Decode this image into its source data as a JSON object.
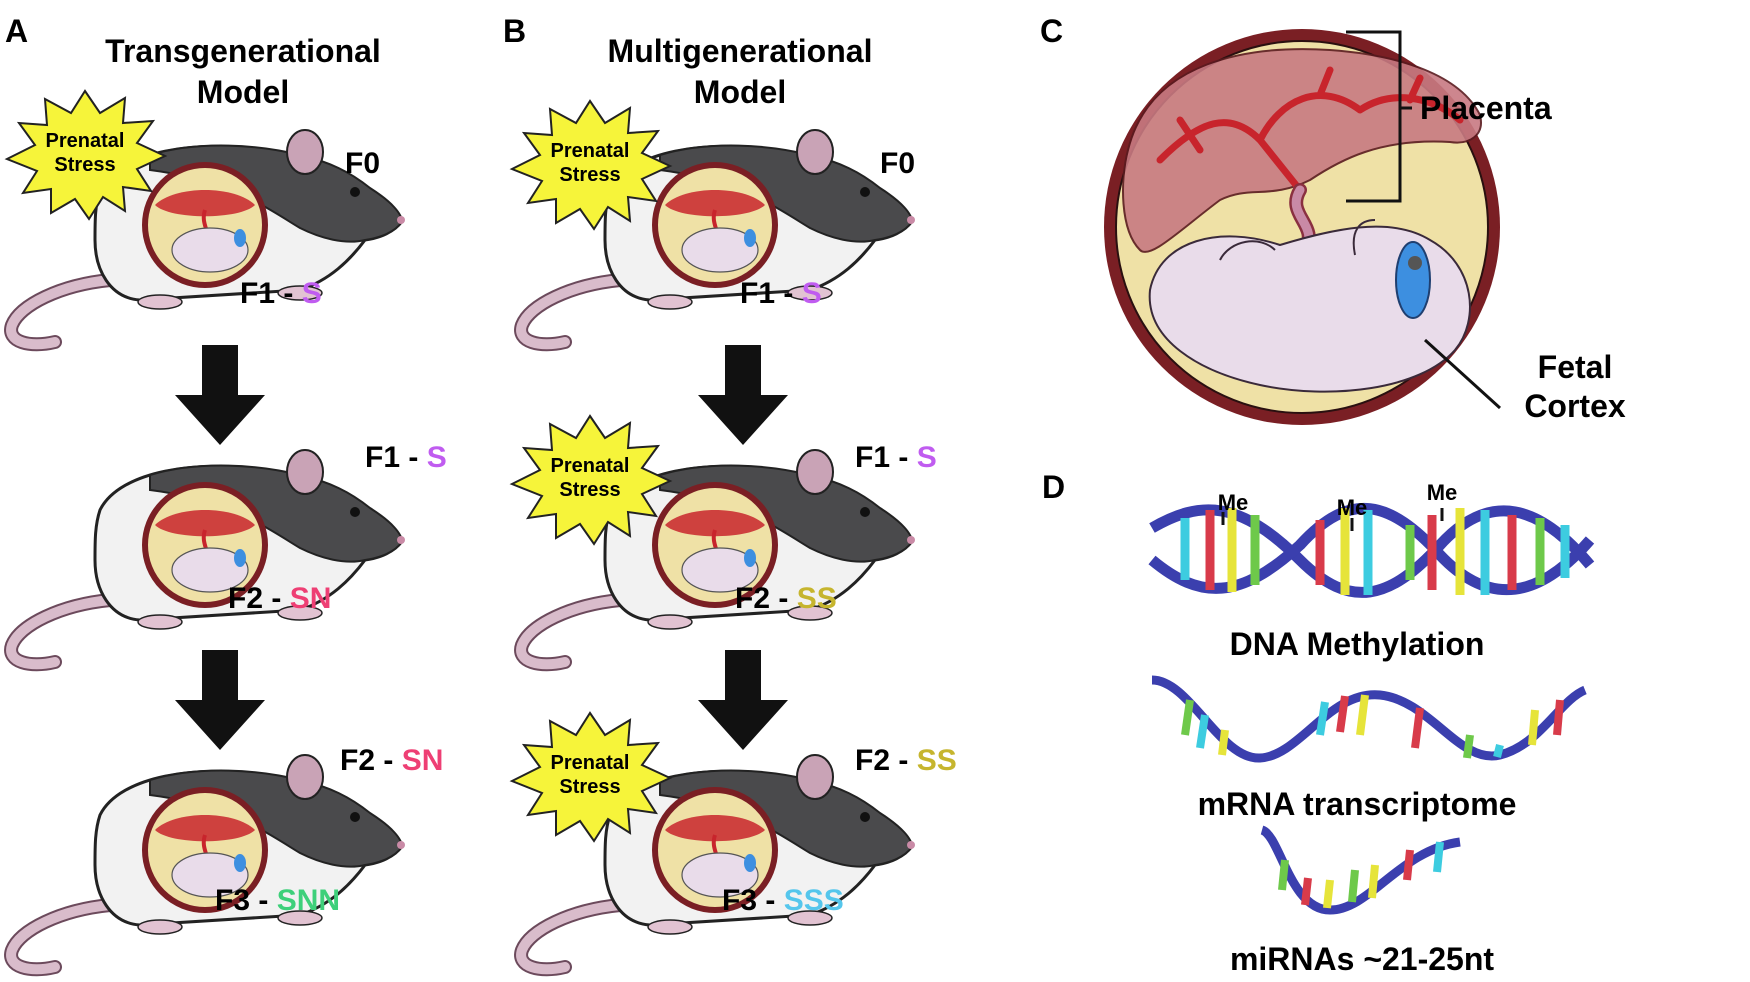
{
  "colors": {
    "stress_star": "#f6f43a",
    "s_purple": "#c05cf0",
    "n_pink": "#ee3f74",
    "ss_olive": "#c6b52e",
    "n_green": "#3ed07a",
    "sss_cyan": "#55c6ec",
    "placenta_red": "#c8242c",
    "womb_yellow": "#efe1a6",
    "cortex_blue": "#3d8fe0"
  },
  "panel_a": {
    "letter": "A",
    "title_line1": "Transgenerational",
    "title_line2": "Model",
    "stress_line1": "Prenatal",
    "stress_line2": "Stress",
    "rows": [
      {
        "parent": "F0",
        "parent_suffix": "",
        "child": "F1",
        "child_suffix": "S",
        "child_color": "#c05cf0"
      },
      {
        "parent": "F1",
        "parent_suffix": "S",
        "parent_color": "#c05cf0",
        "child": "F2",
        "child_suffix": "SN",
        "child_color": "#ee3f74"
      },
      {
        "parent": "F2",
        "parent_suffix": "SN",
        "parent_color": "#ee3f74",
        "child": "F3",
        "child_suffix": "SNN",
        "child_color": "#3ed07a"
      }
    ]
  },
  "panel_b": {
    "letter": "B",
    "title_line1": "Multigenerational",
    "title_line2": "Model",
    "stress_line1": "Prenatal",
    "stress_line2": "Stress",
    "rows": [
      {
        "parent": "F0",
        "parent_suffix": "",
        "child": "F1",
        "child_suffix": "S",
        "child_color": "#c05cf0"
      },
      {
        "parent": "F1",
        "parent_suffix": "S",
        "parent_color": "#c05cf0",
        "child": "F2",
        "child_suffix": "SS",
        "child_color": "#c6b52e"
      },
      {
        "parent": "F2",
        "parent_suffix": "SS",
        "parent_color": "#c6b52e",
        "child": "F3",
        "child_suffix": "SSS",
        "child_color": "#55c6ec"
      }
    ]
  },
  "panel_c": {
    "letter": "C",
    "placenta_label": "Placenta",
    "cortex_line1": "Fetal",
    "cortex_line2": "Cortex"
  },
  "panel_d": {
    "letter": "D",
    "me_label": "Me",
    "dna_label": "DNA Methylation",
    "mrna_label": "mRNA transcriptome",
    "mirna_label": "miRNAs ~21-25nt"
  }
}
